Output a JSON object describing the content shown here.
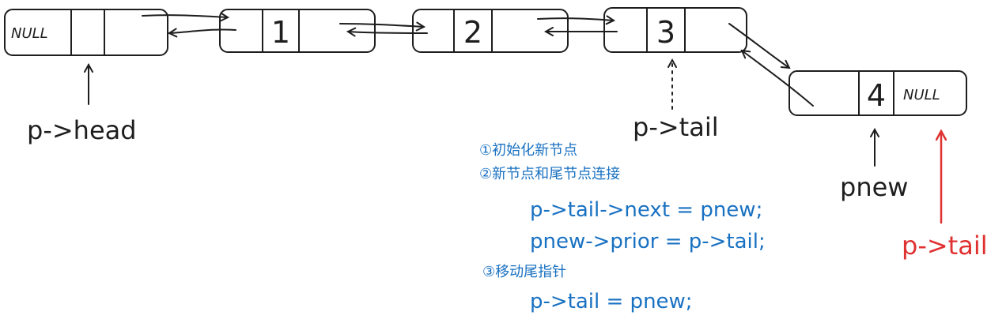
{
  "nodes": {
    "head": {
      "prior": "NULL",
      "data": "",
      "next": ""
    },
    "n1": {
      "data": "1"
    },
    "n2": {
      "data": "2"
    },
    "n3": {
      "data": "3"
    },
    "n4": {
      "data": "4",
      "next": "NULL"
    }
  },
  "pointers": {
    "head": "p->head",
    "tail_old": "p->tail",
    "pnew": "pnew",
    "tail_new": "p->tail"
  },
  "steps": {
    "step1": "①初始化新节点",
    "step2": "②新节点和尾节点连接",
    "code1": "p->tail->next = pnew;",
    "code2": "pnew->prior = p->tail;",
    "step3": "③移动尾指针",
    "code3": "p->tail = pnew;"
  },
  "colors": {
    "ink": "#1e1e1e",
    "note": "#1971c2",
    "highlight": "#e03131"
  }
}
